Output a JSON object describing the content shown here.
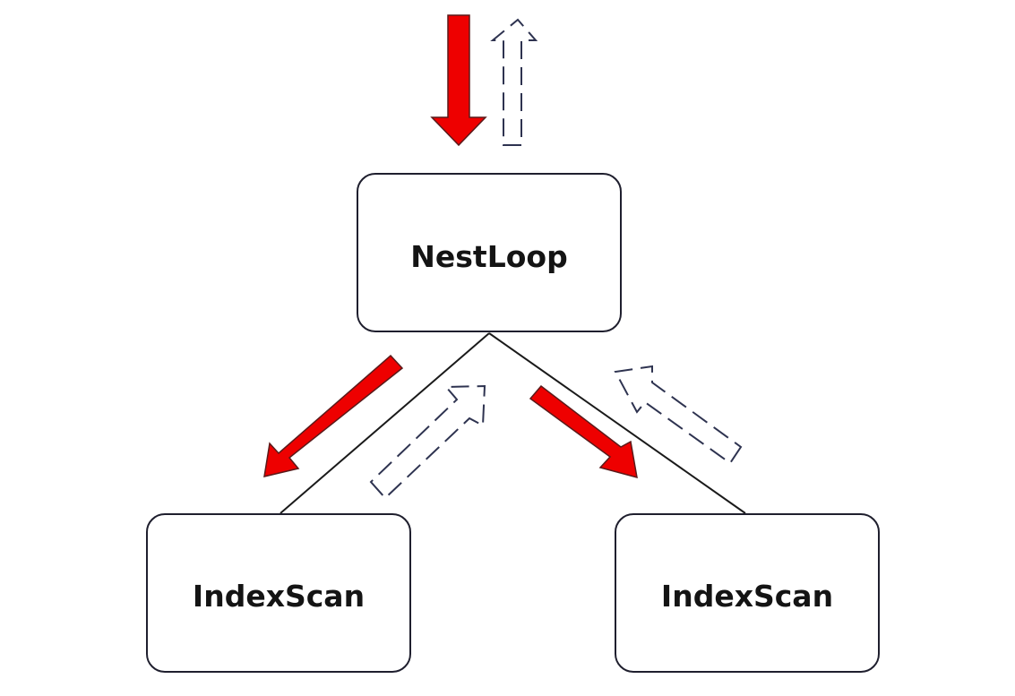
{
  "colors": {
    "request_arrow": "#ee0000",
    "return_arrow": "#2e3350",
    "node_border": "#1f1f2e"
  },
  "nodes": {
    "root": {
      "label": "NestLoop"
    },
    "left": {
      "label": "IndexScan"
    },
    "right": {
      "label": "IndexScan"
    }
  }
}
